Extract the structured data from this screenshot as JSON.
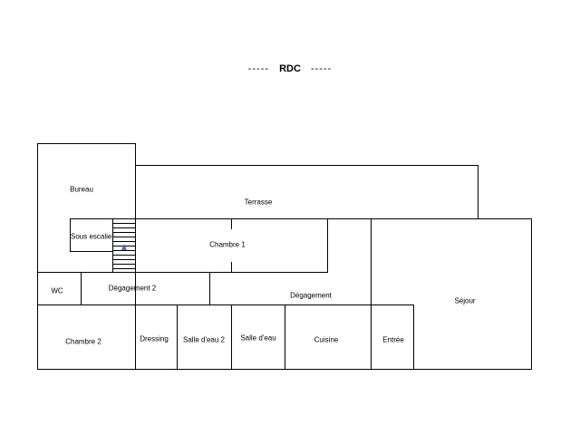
{
  "title": {
    "dash_left": "-----",
    "text": "RDC",
    "dash_right": "-----"
  },
  "rooms": {
    "bureau": "Bureau",
    "terrasse": "Terrasse",
    "sous_escalier": "Sous escalier",
    "chambre_1": "Chambre 1",
    "wc": "WC",
    "degagement_2": "Dégagement 2",
    "degagement": "Dégagement",
    "sejour": "Séjour",
    "chambre_2": "Chambre 2",
    "dressing": "Dressing",
    "salle_eau_2": "Salle d'eau 2",
    "salle_eau": "Salle d'eau",
    "cuisine": "Cuisine",
    "entree": "Entrée"
  },
  "colors": {
    "wall": "#000000",
    "stair_arrow": "#4a6fa5"
  }
}
